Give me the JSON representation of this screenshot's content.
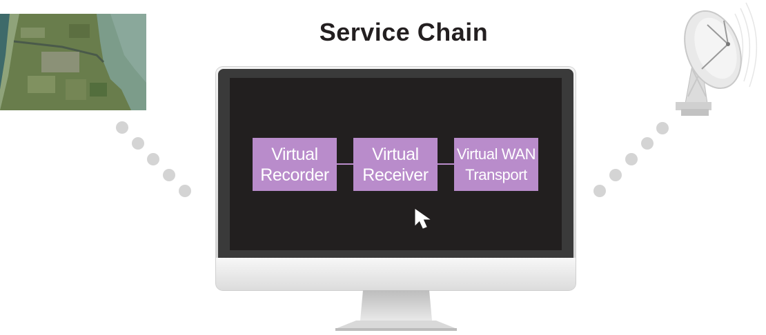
{
  "title": "Service Chain",
  "nodes": [
    {
      "id": "recorder",
      "label": "Virtual\nRecorder"
    },
    {
      "id": "receiver",
      "label": "Virtual\nReceiver"
    },
    {
      "id": "wan",
      "label": "Virtual WAN\nTransport"
    }
  ],
  "edges": [
    {
      "from": "recorder",
      "to": "receiver"
    },
    {
      "from": "receiver",
      "to": "wan"
    }
  ],
  "colors": {
    "node_fill": "#b98ccb",
    "node_text": "#ffffff",
    "screen": "#221f1f",
    "dots": "#d4d4d4"
  },
  "icons": [
    "satellite-image",
    "satellite-dish-icon",
    "monitor-icon",
    "cursor-icon"
  ]
}
